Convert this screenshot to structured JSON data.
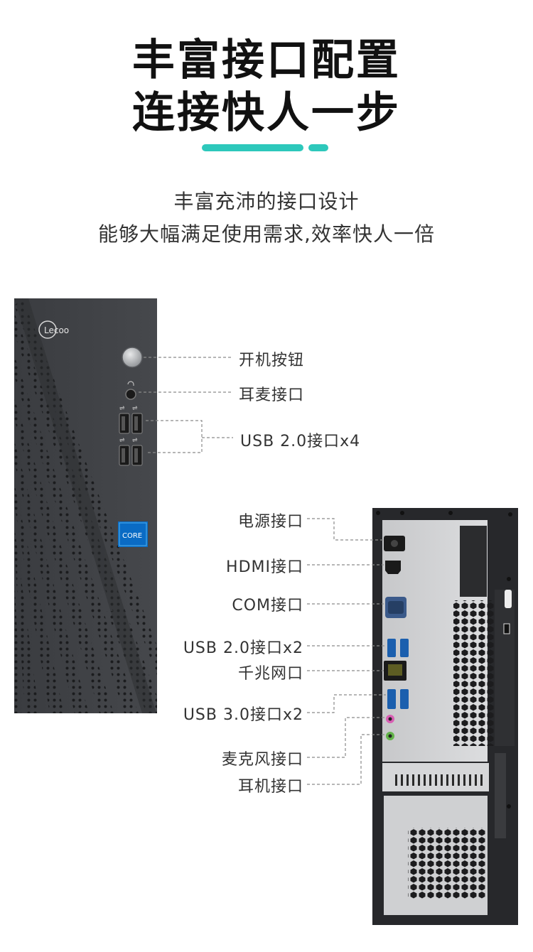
{
  "headline": {
    "line1": "丰富接口配置",
    "line2": "连接快人一步"
  },
  "subheadline": {
    "line1": "丰富充沛的接口设计",
    "line2": "能够大幅满足使用需求,效率快人一倍"
  },
  "accent_color": "#2dc8bb",
  "front_panel": {
    "brand_logo": "Lecoo",
    "cpu_badge": "CORE",
    "labels": {
      "power_button": "开机按钮",
      "headset_port": "耳麦接口",
      "usb20_ports": "USB 2.0接口x4"
    }
  },
  "rear_panel": {
    "labels": {
      "power_port": "电源接口",
      "hdmi_port": "HDMI接口",
      "com_port": "COM接口",
      "usb20_ports": "USB 2.0接口x2",
      "ethernet_port": "千兆网口",
      "usb30_ports": "USB 3.0接口x2",
      "mic_port": "麦克风接口",
      "earphone_port": "耳机接口"
    }
  }
}
